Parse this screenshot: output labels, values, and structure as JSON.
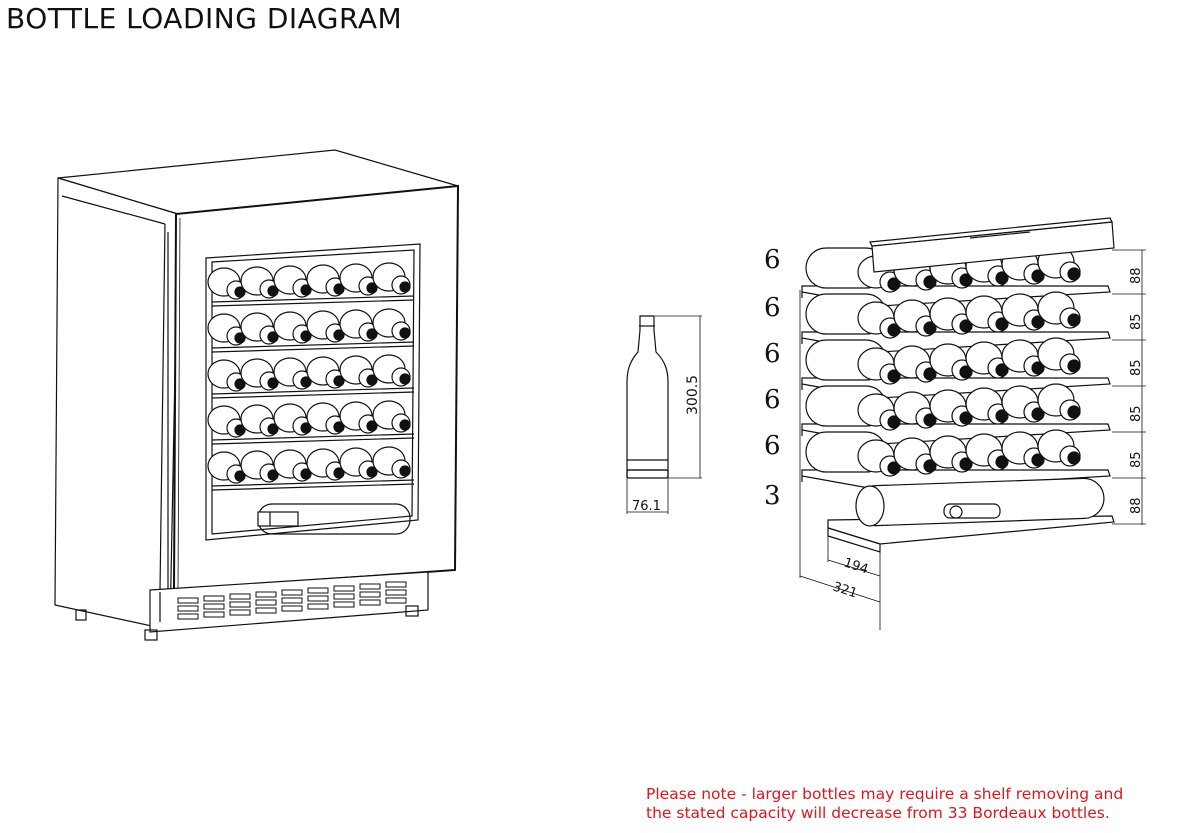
{
  "title": "BOTTLE LOADING DIAGRAM",
  "bottle": {
    "height_label": "300.5",
    "diameter_label": "76.1"
  },
  "shelves": {
    "counts": [
      "6",
      "6",
      "6",
      "6",
      "6",
      "3"
    ],
    "heights": [
      "88",
      "85",
      "85",
      "85",
      "85",
      "88"
    ],
    "depth_inner": "194",
    "depth_outer": "321"
  },
  "note": {
    "line1": "Please note - larger bottles may require a shelf removing and",
    "line2": "the stated capacity will decrease from 33 Bordeaux bottles."
  },
  "colors": {
    "line": "#111111",
    "note": "#e0161b"
  }
}
